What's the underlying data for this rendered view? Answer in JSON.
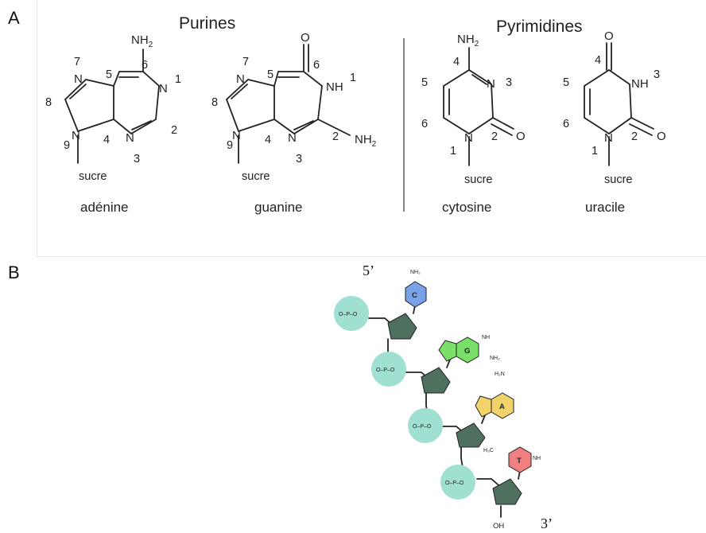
{
  "panel_a": {
    "label": "A",
    "purines_title": "Purines",
    "pyrimidines_title": "Pyrimidines",
    "sugar_label": "sucre",
    "molecules": [
      {
        "name": "adénine"
      },
      {
        "name": "guanine"
      },
      {
        "name": "cytosine"
      },
      {
        "name": "uracile"
      }
    ],
    "atoms": {
      "N": "N",
      "NH": "NH",
      "O": "O",
      "NH2": "NH",
      "sub2": "2"
    }
  },
  "panel_b": {
    "label": "B",
    "five_prime": "5’",
    "three_prime": "3’",
    "bases": [
      {
        "letter": "C",
        "color": "#7aa2e8"
      },
      {
        "letter": "G",
        "color": "#7be06a"
      },
      {
        "letter": "A",
        "color": "#f2d36b"
      },
      {
        "letter": "T",
        "color": "#f08080"
      }
    ],
    "phosphate_color": "#9fe0d2",
    "sugar_color": "#4f6f5f",
    "oh_label": "OH",
    "methyl_label": "H₃C"
  },
  "colors": {
    "text": "#222222"
  }
}
